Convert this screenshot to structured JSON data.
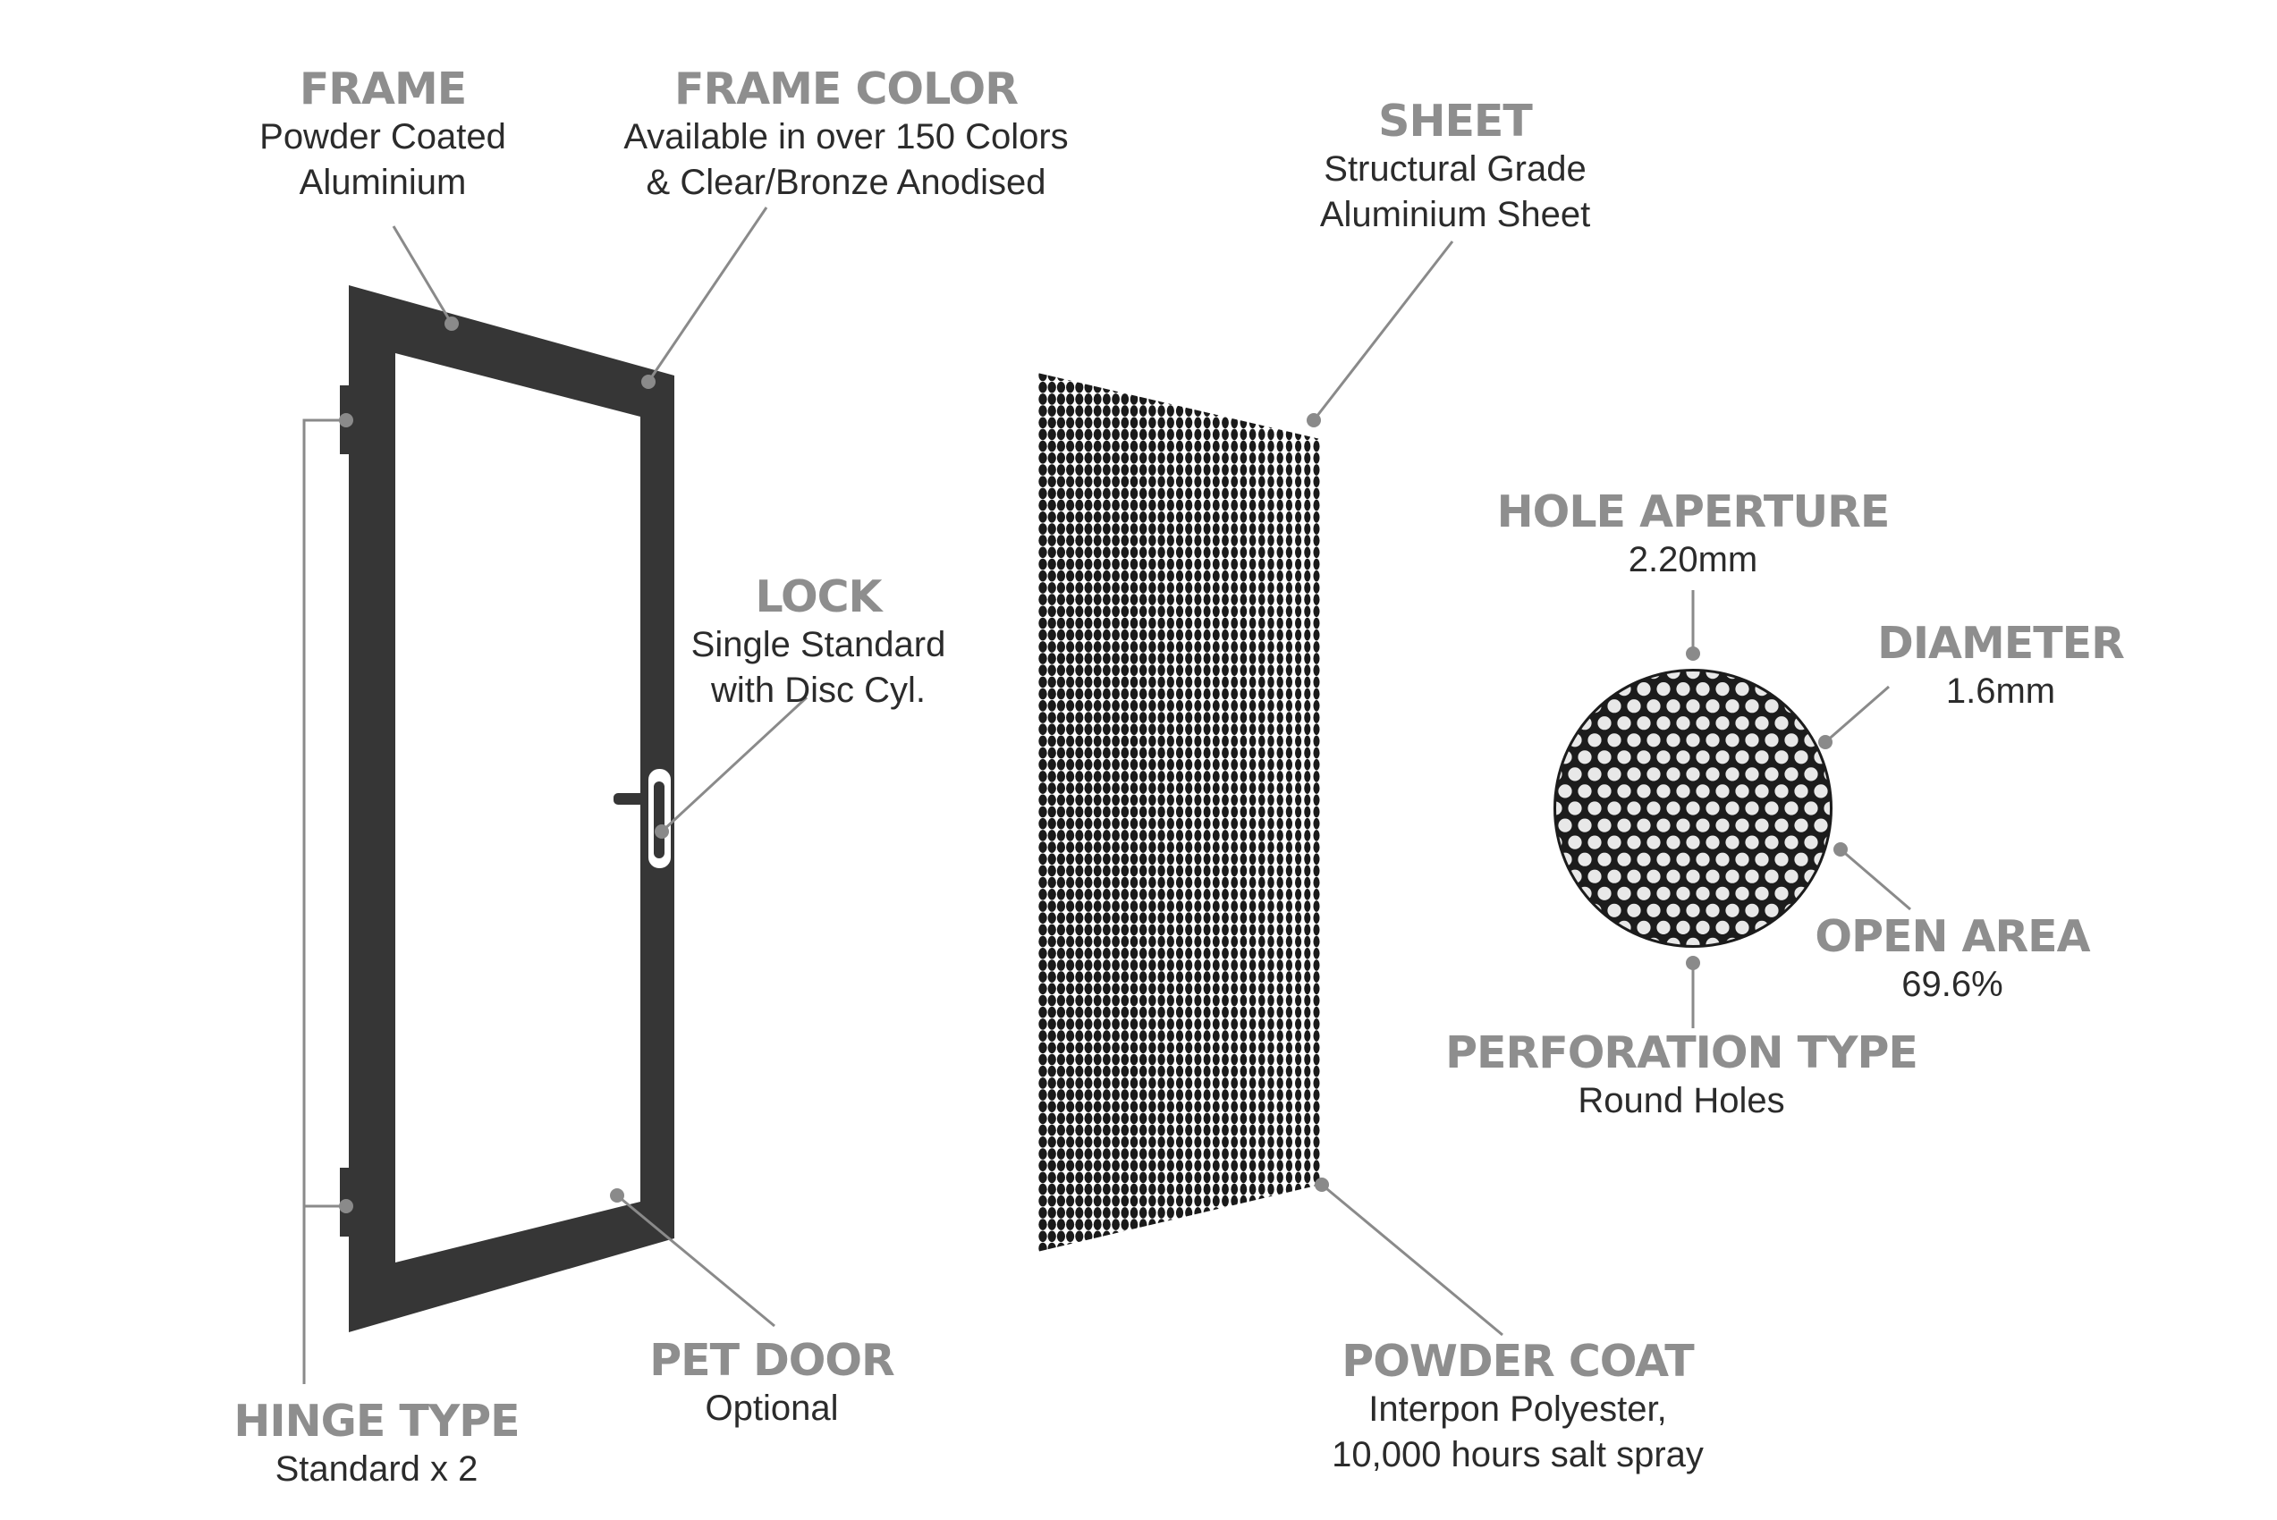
{
  "colors": {
    "frame": "#363636",
    "label_title": "#8e8e8e",
    "label_text": "#2b2b2b",
    "leader_line": "#8a8a8a"
  },
  "icons": [
    "door-frame-icon",
    "perforated-sheet-icon",
    "perforation-detail-icon",
    "lever-handle-icon"
  ],
  "labels": {
    "frame": {
      "title": "FRAME",
      "line1": "Powder Coated",
      "line2": "Aluminium"
    },
    "frame_color": {
      "title": "FRAME COLOR",
      "line1": "Available in over 150 Colors",
      "line2": "& Clear/Bronze Anodised"
    },
    "sheet": {
      "title": "SHEET",
      "line1": "Structural Grade",
      "line2": "Aluminium Sheet"
    },
    "lock": {
      "title": "LOCK",
      "line1": "Single Standard",
      "line2": "with Disc Cyl."
    },
    "hole_aperture": {
      "title": "HOLE APERTURE",
      "line1": "2.20mm"
    },
    "diameter": {
      "title": "DIAMETER",
      "line1": "1.6mm"
    },
    "open_area": {
      "title": "OPEN AREA",
      "line1": "69.6%"
    },
    "perforation_type": {
      "title": "PERFORATION TYPE",
      "line1": "Round Holes"
    },
    "pet_door": {
      "title": "PET DOOR",
      "line1": "Optional"
    },
    "powder_coat": {
      "title": "POWDER COAT",
      "line1": "Interpon Polyester,",
      "line2": "10,000 hours salt spray"
    },
    "hinge_type": {
      "title": "HINGE TYPE",
      "line1": "Standard x 2"
    }
  }
}
